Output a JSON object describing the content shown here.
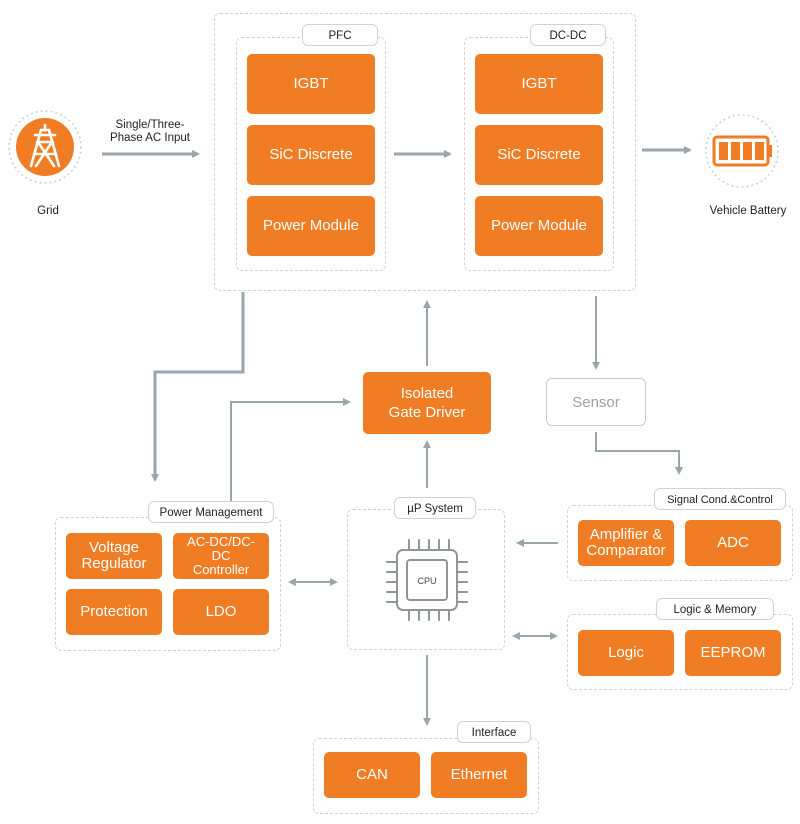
{
  "colors": {
    "accent": "#f07d24",
    "line": "#9aa6ad",
    "border": "#cfd3d6"
  },
  "grid": {
    "label": "Grid",
    "icon": "power-tower-icon"
  },
  "input_label": "Single/Three-\nPhase AC Input",
  "battery": {
    "label": "Vehicle Battery",
    "icon": "battery-icon"
  },
  "pfc": {
    "title": "PFC",
    "items": [
      "IGBT",
      "SiC Discrete",
      "Power Module"
    ]
  },
  "dcdc": {
    "title": "DC-DC",
    "items": [
      "IGBT",
      "SiC Discrete",
      "Power Module"
    ]
  },
  "gate_driver": "Isolated\nGate Driver",
  "sensor": "Sensor",
  "power_management": {
    "title": "Power Management",
    "items": [
      "Voltage\nRegulator",
      "AC-DC/DC-DC\nController",
      "Protection",
      "LDO"
    ]
  },
  "up_system": {
    "title": "µP System",
    "cpu_label": "CPU",
    "icon": "cpu-icon"
  },
  "signal_cond": {
    "title": "Signal Cond.&Control",
    "items": [
      "Amplifier &\nComparator",
      "ADC"
    ]
  },
  "logic_memory": {
    "title": "Logic & Memory",
    "items": [
      "Logic",
      "EEPROM"
    ]
  },
  "interface": {
    "title": "Interface",
    "items": [
      "CAN",
      "Ethernet"
    ]
  }
}
